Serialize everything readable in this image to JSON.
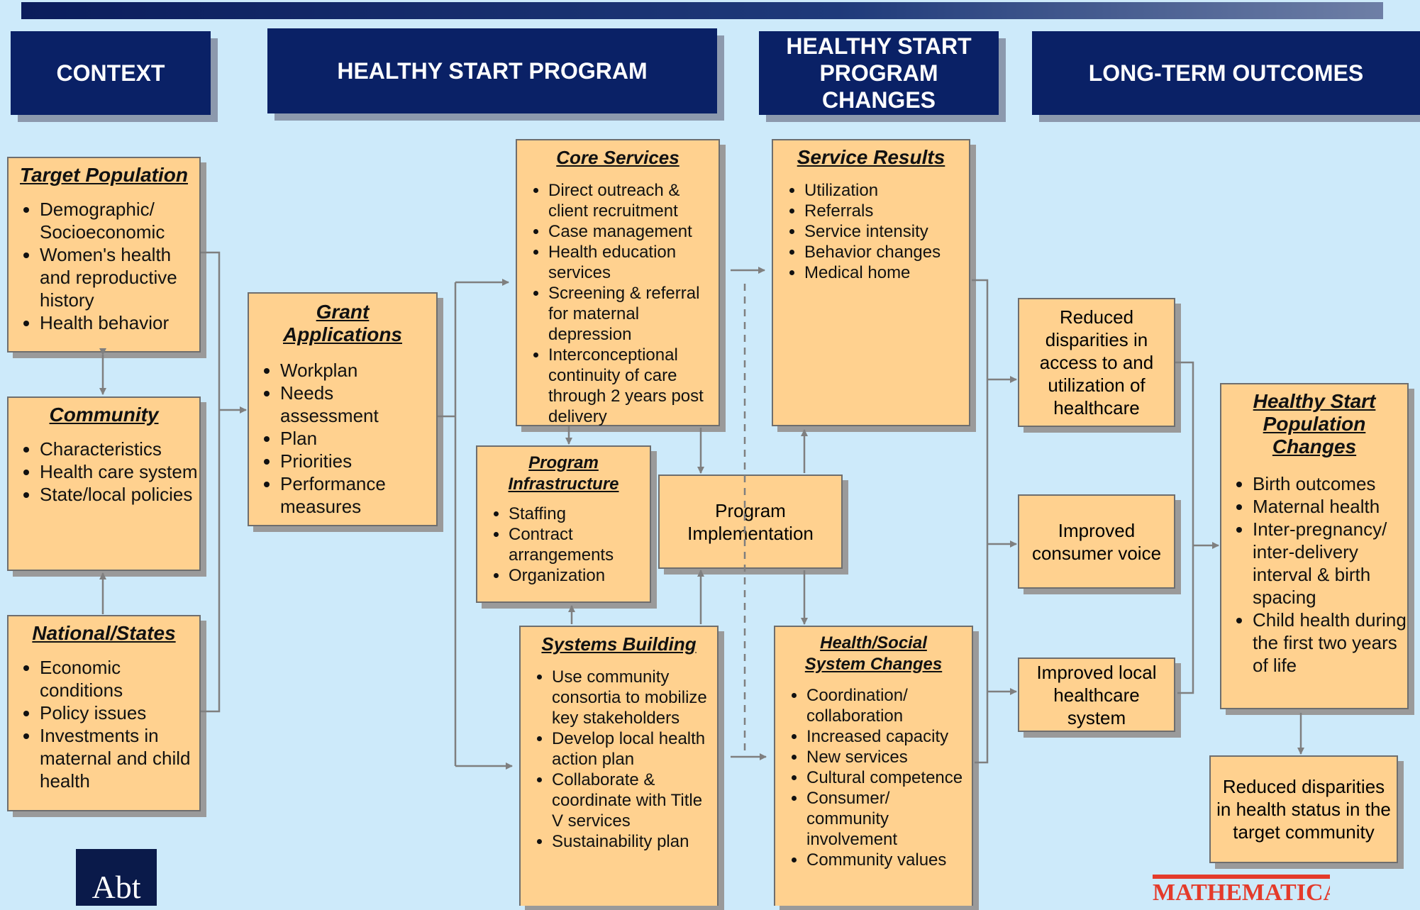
{
  "headers": {
    "context": "CONTEXT",
    "program": "HEALTHY START PROGRAM",
    "changes": "HEALTHY START PROGRAM CHANGES",
    "outcomes": "LONG-TERM OUTCOMES"
  },
  "target_population": {
    "title": "Target Population",
    "items": [
      "Demographic/ Socioeconomic",
      "Women's health and reproductive history",
      "Health behavior"
    ]
  },
  "community": {
    "title": "Community",
    "items": [
      "Characteristics",
      "Health care system",
      "State/local policies"
    ]
  },
  "national_states": {
    "title": "National/States",
    "items": [
      "Economic conditions",
      "Policy issues",
      "Investments in maternal and child health"
    ]
  },
  "grant_applications": {
    "title": "Grant Applications",
    "items": [
      "Workplan",
      "Needs assessment",
      "Plan",
      "Priorities",
      "Performance measures"
    ]
  },
  "core_services": {
    "title": "Core Services",
    "items": [
      "Direct outreach & client recruitment",
      "Case management",
      "Health education services",
      "Screening & referral for maternal depression",
      "Interconceptional continuity of care through 2 years post delivery"
    ]
  },
  "program_infrastructure": {
    "title": "Program Infrastructure",
    "items": [
      "Staffing",
      "Contract arrangements",
      "Organization"
    ]
  },
  "systems_building": {
    "title": "Systems Building",
    "items": [
      "Use community consortia to mobilize key stakeholders",
      "Develop local health action plan",
      "Collaborate & coordinate with Title V services",
      "Sustainability plan"
    ]
  },
  "program_implementation": "Program Implementation",
  "service_results": {
    "title": "Service Results",
    "items": [
      "Utilization",
      "Referrals",
      "Service intensity",
      "Behavior changes",
      "Medical home"
    ]
  },
  "health_social": {
    "title": "Health/Social System Changes",
    "items": [
      "Coordination/ collaboration",
      "Increased capacity",
      "New services",
      "Cultural competence",
      "Consumer/ community involvement",
      "Community values"
    ]
  },
  "outcome_access": "Reduced disparities in access to and utilization of healthcare",
  "outcome_voice": "Improved consumer voice",
  "outcome_system": "Improved local healthcare system",
  "population_changes": {
    "title": "Healthy Start Population Changes",
    "items": [
      "Birth outcomes",
      "Maternal health",
      "Inter-pregnancy/ inter-delivery interval & birth spacing",
      "Child health during the first two years of life"
    ]
  },
  "outcome_disparities": "Reduced disparities in health status in the target community",
  "logos": {
    "abt": "Abt",
    "mathematica": "MATHEMATICA"
  },
  "colors": {
    "header_bg": "#0a2166",
    "box_bg": "#ffd18f",
    "background": "#cdeafa",
    "connector": "#7f7f7f"
  }
}
